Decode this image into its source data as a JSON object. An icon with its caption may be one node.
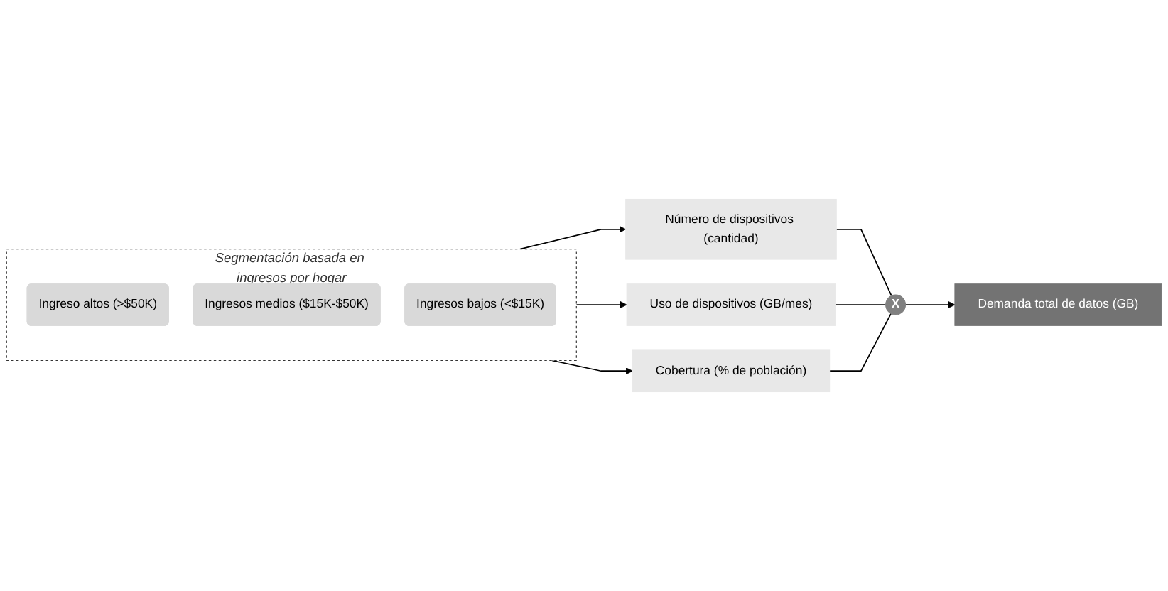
{
  "diagram": {
    "nodes": [
      {
        "text": [
          "Segmentación basada en ingresos por hogar"
        ]
      },
      {
        "text": [
          "Ingreso altos (>$50K)"
        ],
        "in": 0
      },
      {
        "text": [
          "Ingresos medios ($15K-$50K)"
        ],
        "in": 0
      },
      {
        "text": [
          "Ingresos bajos (<$15K)"
        ],
        "in": 0
      },
      {
        "text": [
          "Número de dispositivos (cantidad)"
        ]
      },
      {
        "text": [
          "Uso de dispositivos (GB/mes)"
        ]
      },
      {
        "text": [
          "Cobertura (% de población)"
        ]
      },
      {
        "text": [
          "X"
        ]
      },
      {
        "text": [
          "Demanda total de datos (GB)"
        ]
      }
    ],
    "edges": [
      {
        "from": 0,
        "to": 4,
        "arrow": "to"
      },
      {
        "from": 0,
        "to": 5,
        "arrow": "to"
      },
      {
        "from": 0,
        "to": 6,
        "arrow": "to"
      },
      {
        "from": 4,
        "to": 7,
        "arrow": "none"
      },
      {
        "from": 5,
        "to": 7,
        "arrow": "none"
      },
      {
        "from": 6,
        "to": 7,
        "arrow": "none"
      },
      {
        "from": 7,
        "to": 8,
        "arrow": "to"
      }
    ]
  }
}
